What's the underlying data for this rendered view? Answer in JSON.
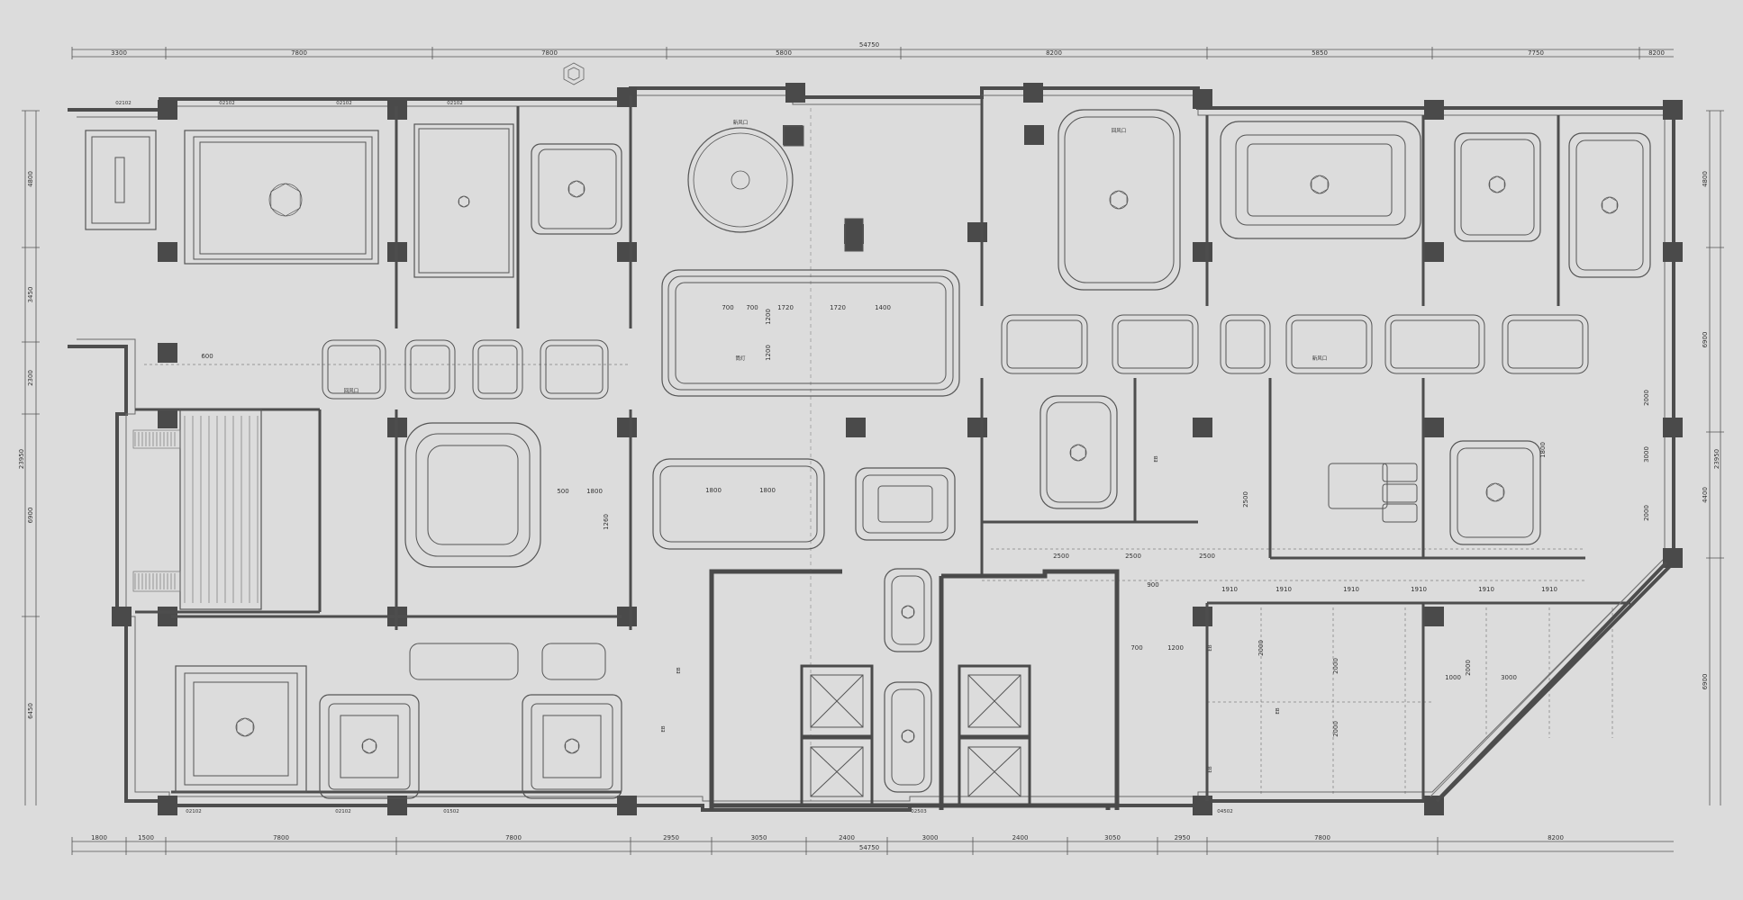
{
  "drawing": {
    "colors": {
      "background": "#dcdcdc",
      "wall": "#4d4d4d",
      "column": "#4a4a4a",
      "line": "#6a6a6a",
      "thin": "#9a9a9a",
      "text": "#333333"
    },
    "top_dimensions": {
      "total": "54750",
      "segments": [
        "3300",
        "7800",
        "7800",
        "5800",
        "8200",
        "5850",
        "7750",
        "8200"
      ]
    },
    "bottom_dimensions": {
      "total": "54750",
      "segments": [
        "1800",
        "1500",
        "7800",
        "7800",
        "2950",
        "3050",
        "2400",
        "3000",
        "2400",
        "3050",
        "2950",
        "7800",
        "8200"
      ]
    },
    "left_dimensions": {
      "total": "23950",
      "segments": [
        "4800",
        "3450",
        "2300",
        "6900",
        "6450"
      ]
    },
    "right_dimensions": {
      "total": "23950",
      "segments": [
        "4800",
        "6900",
        "4400",
        "6900"
      ]
    },
    "interior_dimensions": [
      {
        "text": "700",
        "ref": "a1"
      },
      {
        "text": "700",
        "ref": "a2"
      },
      {
        "text": "1720",
        "ref": "a3"
      },
      {
        "text": "1720",
        "ref": "a4"
      },
      {
        "text": "1400",
        "ref": "a5"
      },
      {
        "text": "1200",
        "ref": "a6"
      },
      {
        "text": "1200",
        "ref": "a7"
      },
      {
        "text": "1800",
        "ref": "b1"
      },
      {
        "text": "1800",
        "ref": "b2"
      },
      {
        "text": "1800",
        "ref": "b3"
      },
      {
        "text": "1260",
        "ref": "b4"
      },
      {
        "text": "500",
        "ref": "b5"
      },
      {
        "text": "2500",
        "ref": "c1"
      },
      {
        "text": "2500",
        "ref": "c2"
      },
      {
        "text": "2500",
        "ref": "c3"
      },
      {
        "text": "2500",
        "ref": "c4"
      },
      {
        "text": "1910",
        "ref": "d1"
      },
      {
        "text": "1910",
        "ref": "d2"
      },
      {
        "text": "1910",
        "ref": "d3"
      },
      {
        "text": "1910",
        "ref": "d4"
      },
      {
        "text": "1910",
        "ref": "d5"
      },
      {
        "text": "1910",
        "ref": "d6"
      },
      {
        "text": "2000",
        "ref": "e1"
      },
      {
        "text": "2000",
        "ref": "e2"
      },
      {
        "text": "2000",
        "ref": "e3"
      },
      {
        "text": "1000",
        "ref": "e4"
      },
      {
        "text": "3000",
        "ref": "e5"
      },
      {
        "text": "1200",
        "ref": "e6"
      },
      {
        "text": "700",
        "ref": "e7"
      },
      {
        "text": "600",
        "ref": "f1"
      },
      {
        "text": "900",
        "ref": "f2"
      },
      {
        "text": "1800",
        "ref": "f3"
      },
      {
        "text": "2000",
        "ref": "f4"
      },
      {
        "text": "3000",
        "ref": "f5"
      },
      {
        "text": "2000",
        "ref": "f6"
      },
      {
        "text": "2000",
        "ref": "f7"
      }
    ],
    "tags": [
      "02102",
      "02102",
      "02102",
      "02102",
      "02102",
      "02102",
      "01502",
      "04502",
      "02503"
    ],
    "notes": [
      "新风口",
      "回风口",
      "筒灯",
      "新风口",
      "回风口"
    ],
    "vertical_labels": [
      "EB",
      "EB",
      "EB",
      "EB",
      "EB",
      "EB"
    ]
  }
}
